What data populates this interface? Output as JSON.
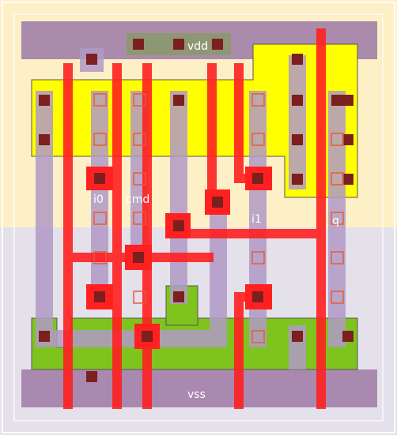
{
  "labels": {
    "vdd": "vdd",
    "vss": "vss",
    "i0": "i0",
    "cmd": "cmd",
    "i1": "i1",
    "q": "q"
  },
  "layers": {
    "nwell_color": "#fdefc6",
    "pwell_color": "#e5e1ea",
    "rail_color": "#a27fa9",
    "pdiff_color": "#ffff00",
    "ndiff_color": "#7fc31e",
    "poly_color": "#ff2020",
    "metal1_color": "#b19ac6",
    "contact_color": "#7c1f1f",
    "via_color": "#e75a3a"
  }
}
